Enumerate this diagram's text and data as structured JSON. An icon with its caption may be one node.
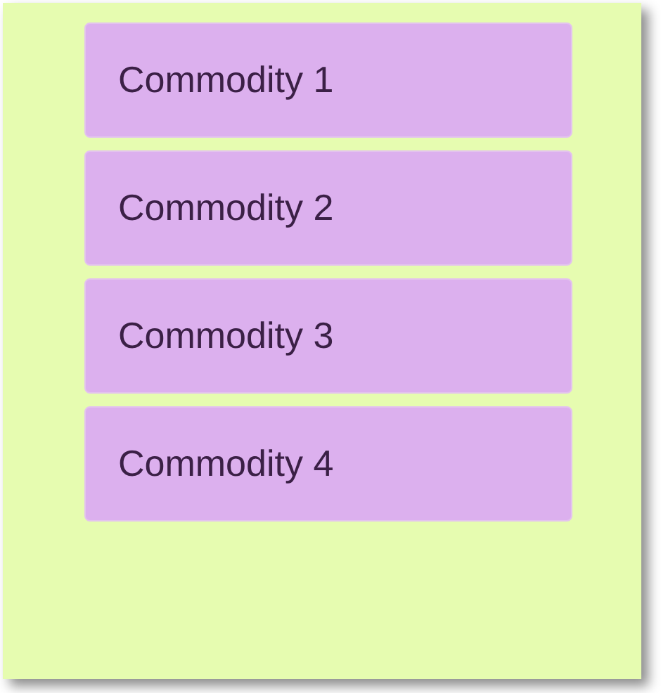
{
  "diagram": {
    "nodes": [
      {
        "text": [
          "Commodity 1"
        ]
      },
      {
        "text": [
          "Commodity 2"
        ]
      },
      {
        "text": [
          "Commodity 3"
        ]
      },
      {
        "text": [
          "Commodity 4"
        ]
      }
    ]
  }
}
